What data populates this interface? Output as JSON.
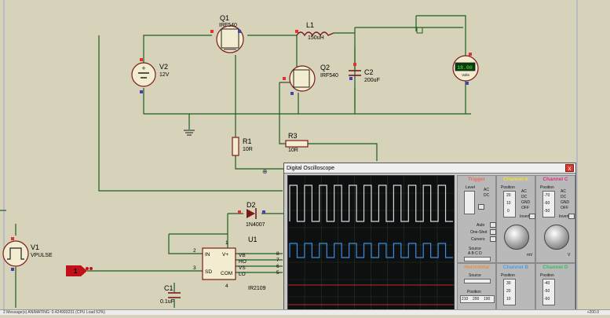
{
  "schematic": {
    "q1": {
      "ref": "Q1",
      "value": "IRF540"
    },
    "q2": {
      "ref": "Q2",
      "value": "IRF540"
    },
    "l1": {
      "ref": "L1",
      "value": "150uH"
    },
    "c2": {
      "ref": "C2",
      "value": "200uF"
    },
    "v2": {
      "ref": "V2",
      "value": "12V"
    },
    "r1": {
      "ref": "R1",
      "value": "10R"
    },
    "r3": {
      "ref": "R3",
      "value": "10R"
    },
    "d2": {
      "ref": "D2",
      "value": "1N4007"
    },
    "u1": {
      "ref": "U1",
      "value": "IR2109",
      "pins": [
        "IN",
        "SD",
        "COM",
        "V+",
        "VB",
        "HO",
        "VS",
        "LO"
      ],
      "pin_numbers": [
        "1",
        "2",
        "3",
        "4",
        "5",
        "6",
        "7",
        "8"
      ]
    },
    "v1": {
      "ref": "V1",
      "value": "VPULSE"
    },
    "c1": {
      "ref": "C1",
      "value": "0.1uF"
    },
    "terminal": "1",
    "voltmeter": {
      "reading": "18.00",
      "unit": "Volts"
    }
  },
  "oscilloscope": {
    "title": "Digital Oscilloscope",
    "close": "x",
    "trigger": {
      "label": "Trigger",
      "level": "Level",
      "ac": "AC",
      "dc": "DC",
      "auto": "Auto",
      "one_shot": "One-Shot",
      "cursors": "Cursors",
      "source": "Source",
      "src_letters": "A B C D"
    },
    "channel_a": {
      "title": "Channel A",
      "position": "Position",
      "ac": "AC",
      "dc": "DC",
      "gnd": "GND",
      "off": "OFF",
      "invert": "Invert",
      "pos_vals": [
        "20",
        "10",
        "0"
      ]
    },
    "channel_c": {
      "title": "Channel C",
      "position": "Position",
      "ac": "AC",
      "dc": "DC",
      "gnd": "GND",
      "off": "OFF",
      "invert": "Invert",
      "pos_vals": [
        "-70",
        "-60",
        "-50"
      ]
    },
    "horizontal": {
      "title": "Horizontal",
      "source": "Source",
      "position": "Position",
      "values": [
        "210",
        "200",
        "190"
      ]
    },
    "channel_b": {
      "title": "Channel B",
      "position": "Position",
      "pos_vals": [
        "30",
        "20",
        "10"
      ]
    },
    "channel_d": {
      "title": "Channel D",
      "position": "Position",
      "pos_vals": [
        "-40",
        "-50",
        "-60"
      ]
    },
    "knob_units": {
      "mv": "mV",
      "v": "V"
    }
  },
  "waveforms": {
    "colors": {
      "ch_a": "#d8d8d8",
      "ch_b": "#3d8de0",
      "trace_red": "#c02a2a",
      "channel_a": "#f0e030",
      "channel_c": "#e0308a",
      "channel_b": "#4aa0e8",
      "channel_d": "#33c060",
      "trigger_title": "#e86a5a",
      "horizontal_title": "#e89040"
    },
    "cycles_visible": 11,
    "duty": 0.5
  },
  "status": {
    "text": "2 Message(s)    ANIMATING: 0.424993231 (CPU Load 52%)",
    "right": "+200.0"
  }
}
